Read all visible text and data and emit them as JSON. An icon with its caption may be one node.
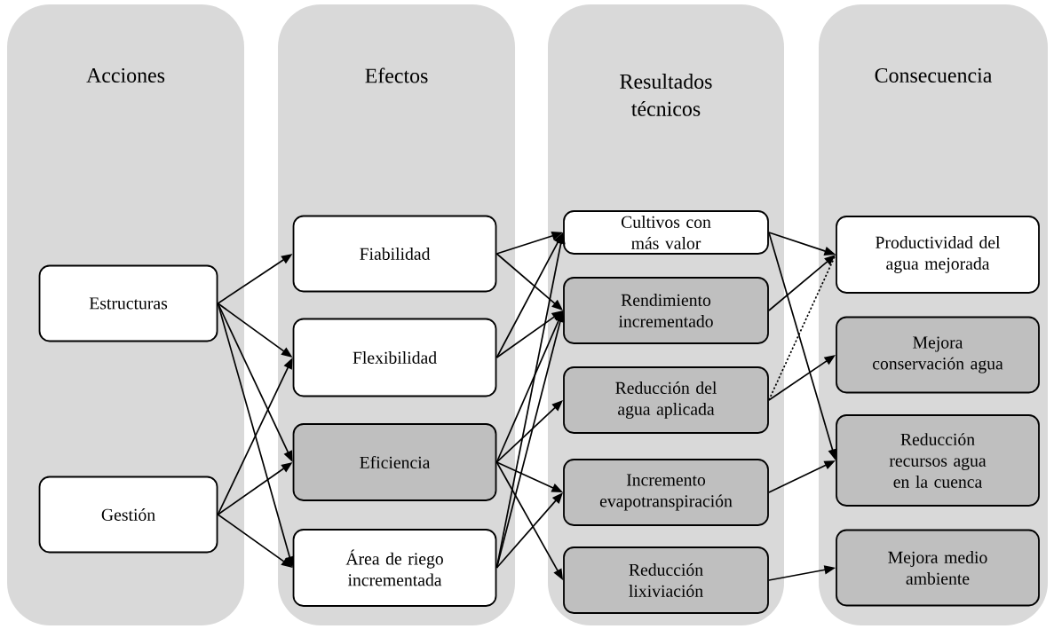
{
  "diagram": {
    "nodes": [
      {
        "text": [
          "Acciones"
        ]
      },
      {
        "text": [
          "Efectos"
        ]
      },
      {
        "text": [
          "Resultados técnicos"
        ]
      },
      {
        "text": [
          "Consecuencia"
        ]
      },
      {
        "text": [
          "Estructuras"
        ],
        "in": 0
      },
      {
        "text": [
          "Gestión"
        ],
        "in": 0
      },
      {
        "text": [
          "Fiabilidad"
        ],
        "in": 1
      },
      {
        "text": [
          "Flexibilidad"
        ],
        "in": 1
      },
      {
        "text": [
          "Eficiencia"
        ],
        "in": 1
      },
      {
        "text": [
          "Área de riego incrementada"
        ],
        "in": 1
      },
      {
        "text": [
          "Cultivos con más valor"
        ],
        "in": 2
      },
      {
        "text": [
          "Rendimiento incrementado"
        ],
        "in": 2
      },
      {
        "text": [
          "Reducción del agua aplicada"
        ],
        "in": 2
      },
      {
        "text": [
          "Incremento evapotranspiración"
        ],
        "in": 2
      },
      {
        "text": [
          "Reducción lixiviación"
        ],
        "in": 2
      },
      {
        "text": [
          "Productividad del agua mejorada"
        ],
        "in": 3
      },
      {
        "text": [
          "Mejora conservación agua"
        ],
        "in": 3
      },
      {
        "text": [
          "Reducción recursos agua en la cuenca"
        ],
        "in": 3
      },
      {
        "text": [
          "Mejora medio ambiente"
        ],
        "in": 3
      }
    ],
    "edges": [
      {
        "from": 4,
        "to": 6,
        "arrow": "to"
      },
      {
        "from": 4,
        "to": 7,
        "arrow": "to"
      },
      {
        "from": 4,
        "to": 8,
        "arrow": "to"
      },
      {
        "from": 4,
        "to": 9,
        "arrow": "to"
      },
      {
        "from": 5,
        "to": 7,
        "arrow": "to"
      },
      {
        "from": 5,
        "to": 8,
        "arrow": "to"
      },
      {
        "from": 5,
        "to": 9,
        "arrow": "to"
      },
      {
        "from": 6,
        "to": 10,
        "arrow": "to"
      },
      {
        "from": 6,
        "to": 11,
        "arrow": "to"
      },
      {
        "from": 7,
        "to": 10,
        "arrow": "to"
      },
      {
        "from": 7,
        "to": 11,
        "arrow": "to"
      },
      {
        "from": 8,
        "to": 11,
        "arrow": "to"
      },
      {
        "from": 8,
        "to": 12,
        "arrow": "to"
      },
      {
        "from": 8,
        "to": 13,
        "arrow": "to"
      },
      {
        "from": 8,
        "to": 14,
        "arrow": "to"
      },
      {
        "from": 9,
        "to": 10,
        "arrow": "to"
      },
      {
        "from": 9,
        "to": 11,
        "arrow": "to"
      },
      {
        "from": 9,
        "to": 13,
        "arrow": "to"
      },
      {
        "from": 10,
        "to": 15,
        "arrow": "to"
      },
      {
        "from": 10,
        "to": 17,
        "arrow": "to"
      },
      {
        "from": 11,
        "to": 15,
        "arrow": "to"
      },
      {
        "from": 12,
        "to": 15,
        "arrow": "none",
        "style": "dashed"
      },
      {
        "from": 12,
        "to": 16,
        "arrow": "to"
      },
      {
        "from": 13,
        "to": 17,
        "arrow": "to"
      },
      {
        "from": 14,
        "to": 18,
        "arrow": "to"
      }
    ]
  }
}
